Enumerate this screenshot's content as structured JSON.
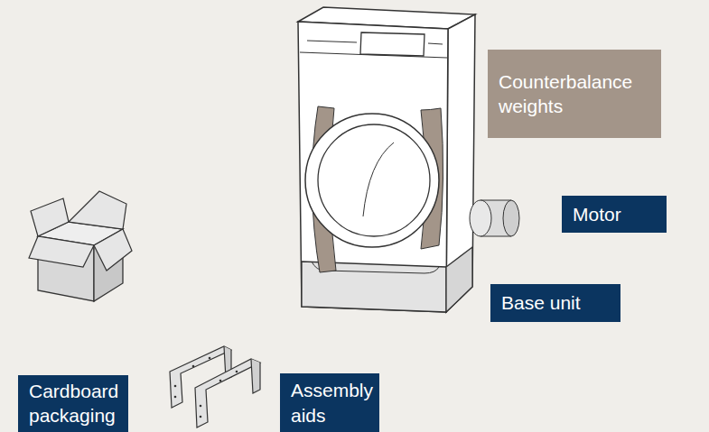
{
  "diagram": {
    "nodes": [
      {
        "text": [
          "Counterbalance weights"
        ]
      },
      {
        "text": [
          "Motor"
        ]
      },
      {
        "text": [
          "Base unit"
        ]
      },
      {
        "text": [
          "Cardboard packaging"
        ]
      },
      {
        "text": [
          "Assembly aids"
        ]
      }
    ]
  }
}
